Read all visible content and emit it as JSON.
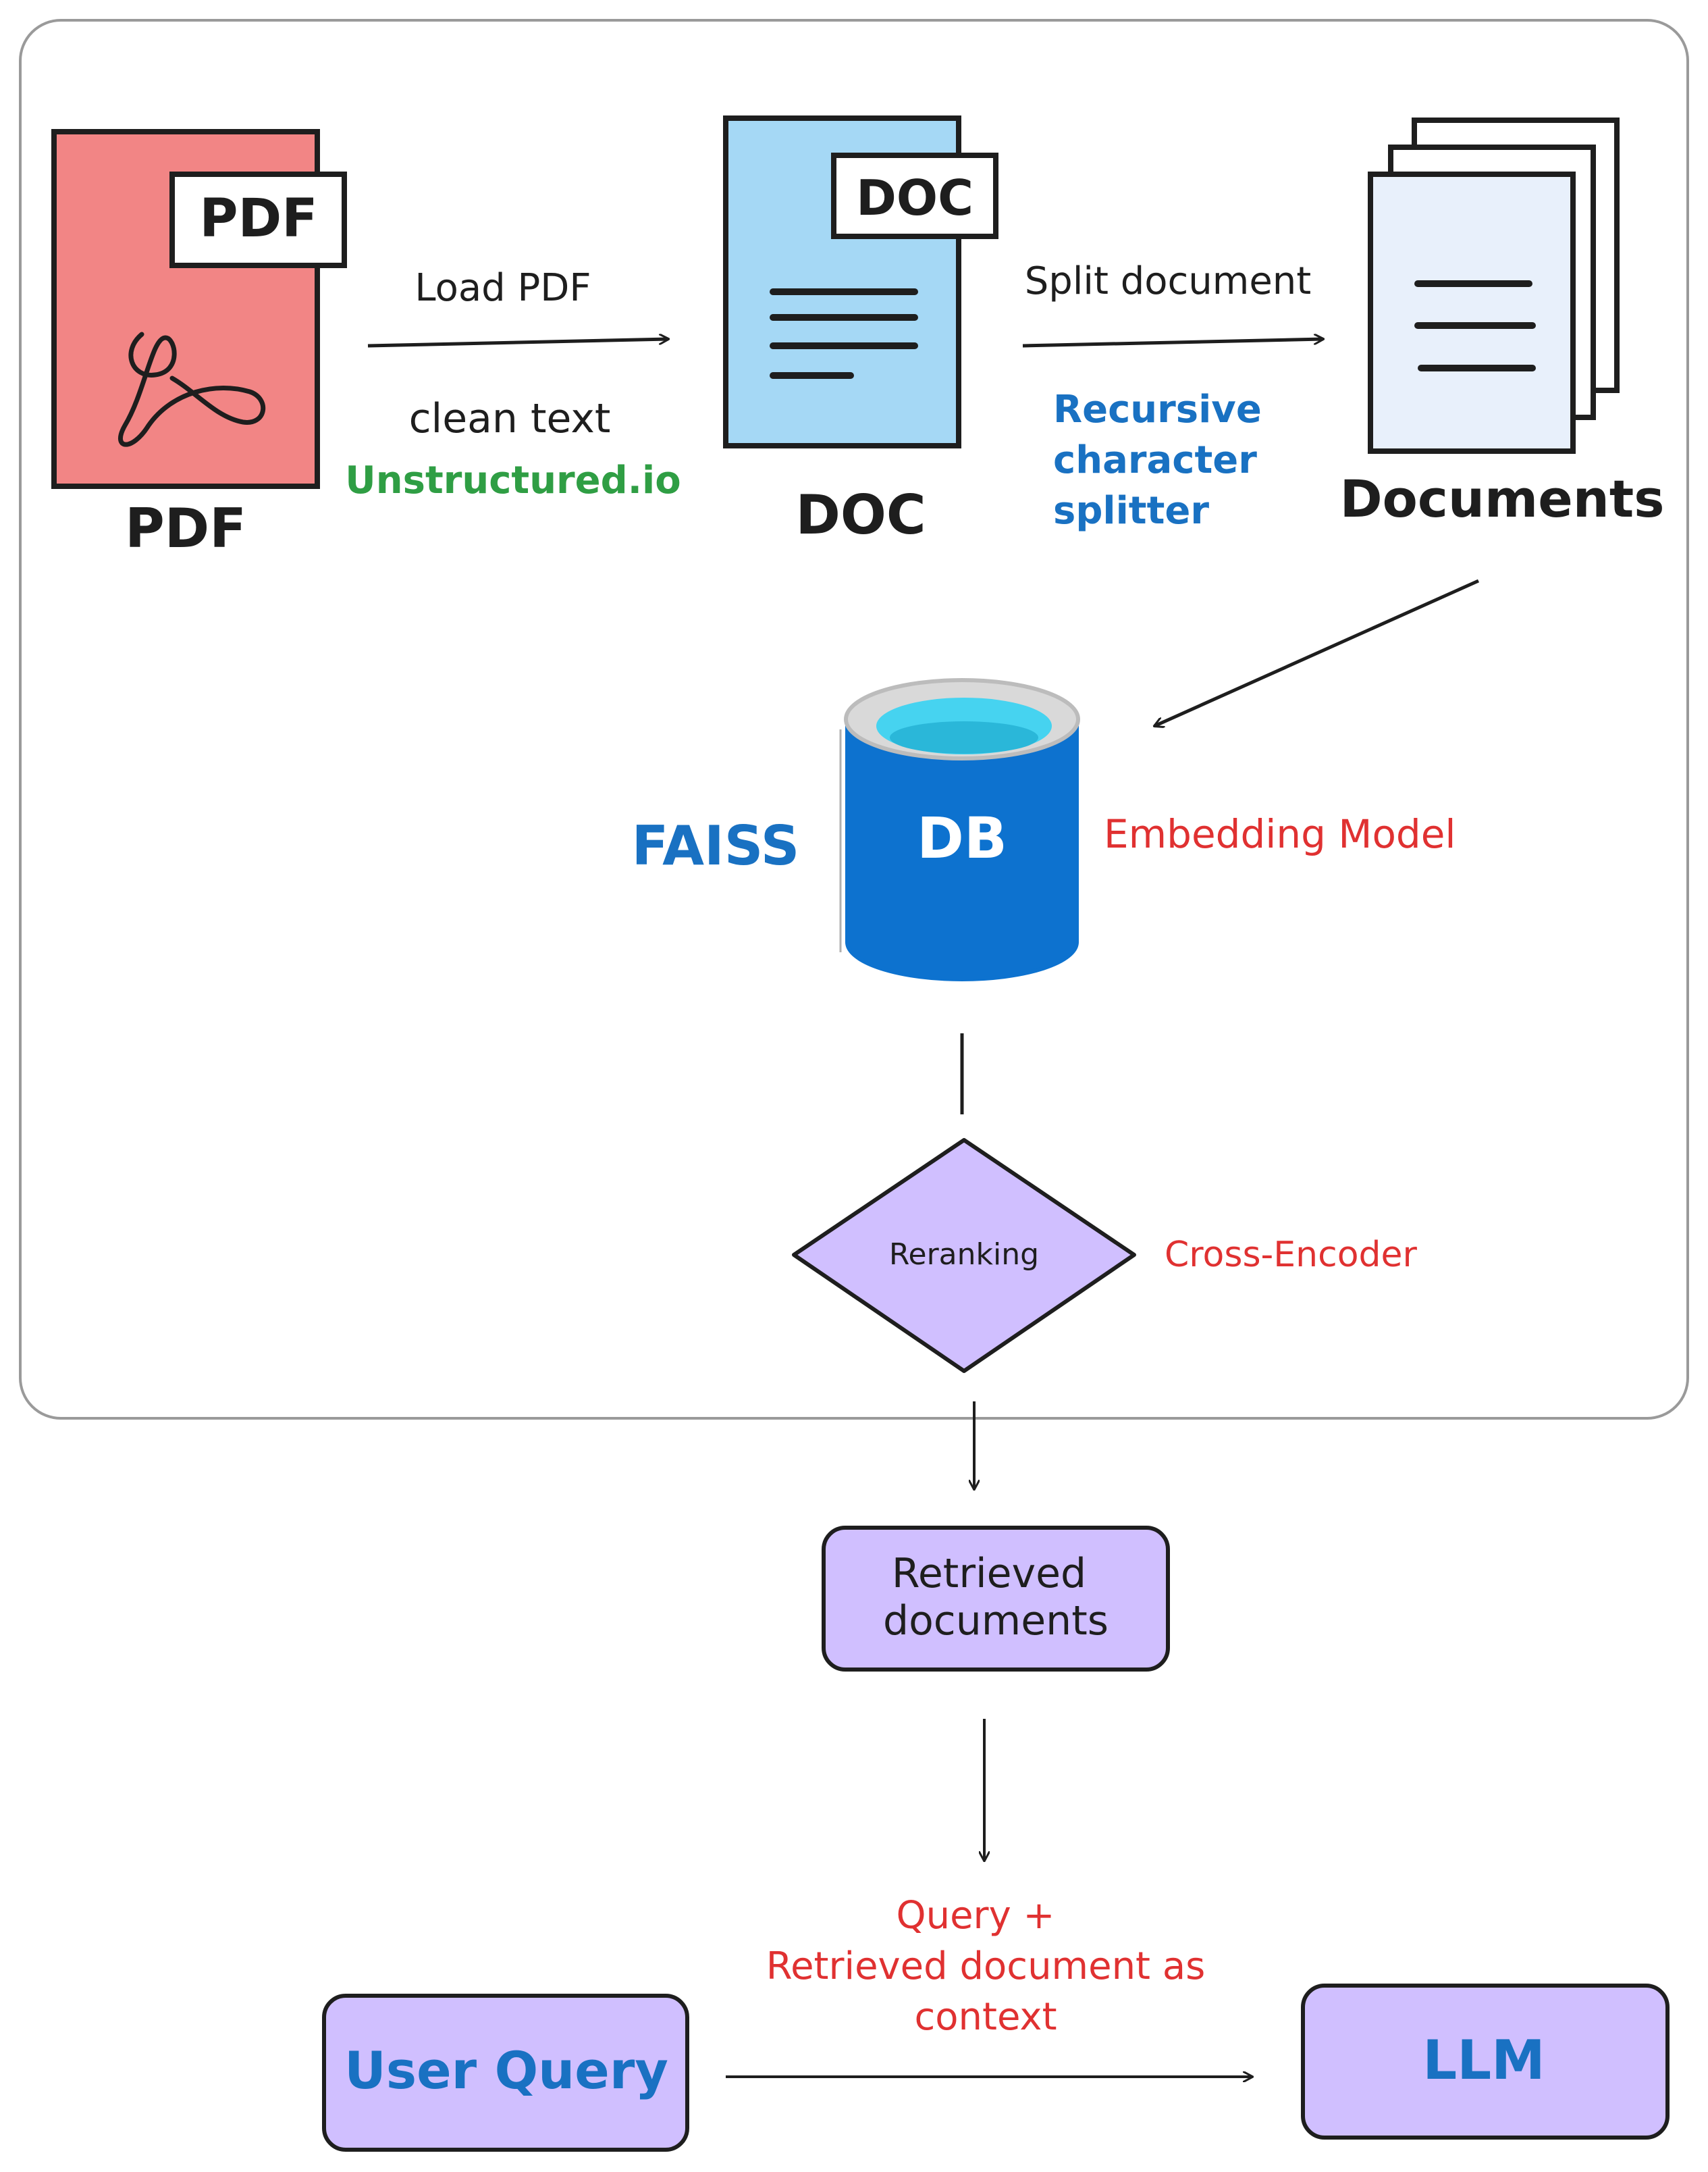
{
  "pdf": {
    "badge": "PDF",
    "label": "PDF"
  },
  "load_step": {
    "label": "Load PDF",
    "sub": "clean text",
    "tool": "Unstructured.io"
  },
  "doc": {
    "badge": "DOC",
    "label": "DOC"
  },
  "split_step": {
    "label": "Split document",
    "tool_lines": [
      "Recursive",
      "character",
      "splitter"
    ]
  },
  "documents": {
    "label": "Documents"
  },
  "db": {
    "label": "DB",
    "left": "FAISS",
    "right": "Embedding Model"
  },
  "rerank": {
    "label": "Reranking",
    "right": "Cross-Encoder"
  },
  "retrieved": {
    "lines": [
      "Retrieved",
      "documents"
    ]
  },
  "context": {
    "lines": [
      "Query +",
      "Retrieved document as",
      "context"
    ]
  },
  "user_query": {
    "label": "User Query"
  },
  "llm": {
    "label": "LLM"
  },
  "colors": {
    "pdf_fill": "#f28585",
    "doc_fill": "#a5d8f5",
    "docs_fill": "#e8f0fb",
    "db_blue": "#0d72cf",
    "db_top": "#46d3f0",
    "purple": "#d0bfff",
    "green": "#2f9e44",
    "blue": "#1971c2",
    "red": "#e03131",
    "ink": "#1e1e1e",
    "frame": "#9a9a9a"
  }
}
